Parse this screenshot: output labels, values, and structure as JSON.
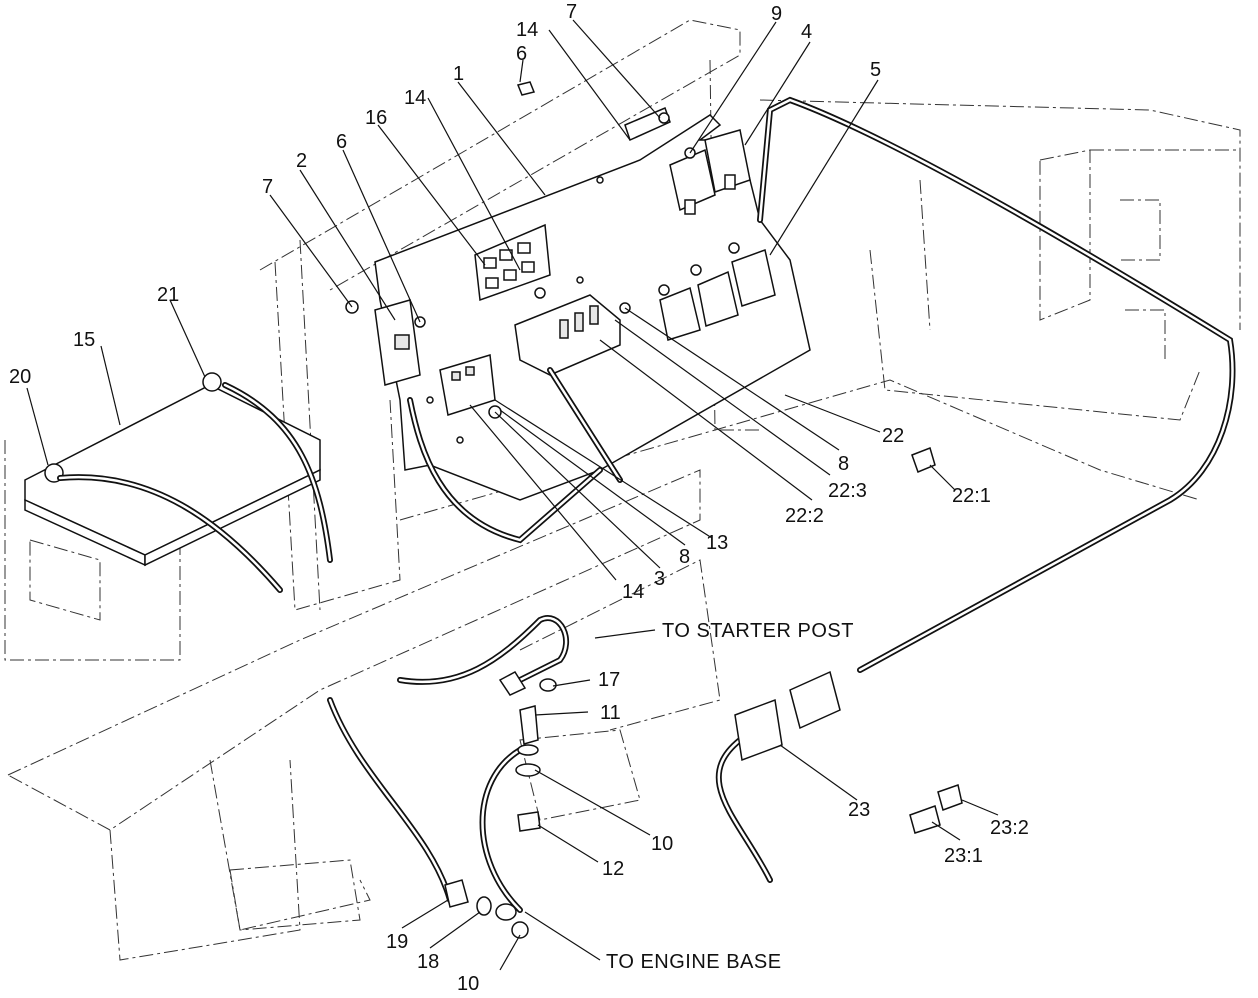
{
  "callouts": [
    {
      "id": "c1",
      "text": "1"
    },
    {
      "id": "c2",
      "text": "2"
    },
    {
      "id": "c3",
      "text": "3"
    },
    {
      "id": "c4",
      "text": "4"
    },
    {
      "id": "c5",
      "text": "5"
    },
    {
      "id": "c6a",
      "text": "6"
    },
    {
      "id": "c6b",
      "text": "6"
    },
    {
      "id": "c7a",
      "text": "7"
    },
    {
      "id": "c7b",
      "text": "7"
    },
    {
      "id": "c8a",
      "text": "8"
    },
    {
      "id": "c8b",
      "text": "8"
    },
    {
      "id": "c9",
      "text": "9"
    },
    {
      "id": "c10a",
      "text": "10"
    },
    {
      "id": "c10b",
      "text": "10"
    },
    {
      "id": "c11",
      "text": "11"
    },
    {
      "id": "c12",
      "text": "12"
    },
    {
      "id": "c13",
      "text": "13"
    },
    {
      "id": "c14a",
      "text": "14"
    },
    {
      "id": "c14b",
      "text": "14"
    },
    {
      "id": "c14c",
      "text": "14"
    },
    {
      "id": "c15",
      "text": "15"
    },
    {
      "id": "c16",
      "text": "16"
    },
    {
      "id": "c17",
      "text": "17"
    },
    {
      "id": "c18",
      "text": "18"
    },
    {
      "id": "c19",
      "text": "19"
    },
    {
      "id": "c20",
      "text": "20"
    },
    {
      "id": "c21",
      "text": "21"
    },
    {
      "id": "c22",
      "text": "22"
    },
    {
      "id": "c22_1",
      "text": "22:1"
    },
    {
      "id": "c22_2",
      "text": "22:2"
    },
    {
      "id": "c22_3",
      "text": "22:3"
    },
    {
      "id": "c23",
      "text": "23"
    },
    {
      "id": "c23_1",
      "text": "23:1"
    },
    {
      "id": "c23_2",
      "text": "23:2"
    }
  ],
  "notes": {
    "starter": "TO STARTER POST",
    "engine_base": "TO ENGINE BASE"
  }
}
